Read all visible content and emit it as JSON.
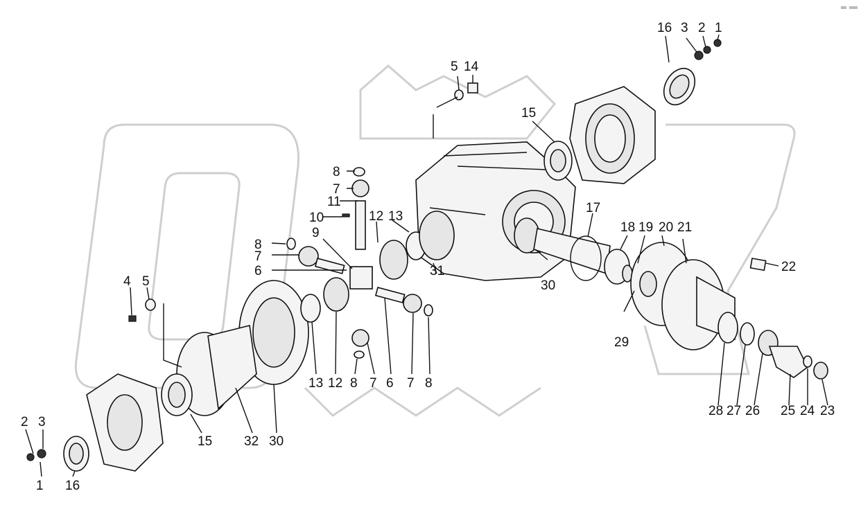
{
  "diagram": {
    "callouts": [
      {
        "id": "c1",
        "text": "16"
      },
      {
        "id": "c2",
        "text": "3"
      },
      {
        "id": "c3",
        "text": "2"
      },
      {
        "id": "c4",
        "text": "1"
      },
      {
        "id": "c5",
        "text": "5"
      },
      {
        "id": "c6",
        "text": "14"
      },
      {
        "id": "c7",
        "text": "15"
      },
      {
        "id": "c8",
        "text": "8"
      },
      {
        "id": "c9",
        "text": "7"
      },
      {
        "id": "c10",
        "text": "11"
      },
      {
        "id": "c11",
        "text": "10"
      },
      {
        "id": "c12",
        "text": "12"
      },
      {
        "id": "c13",
        "text": "13"
      },
      {
        "id": "c14",
        "text": "9"
      },
      {
        "id": "c15",
        "text": "8"
      },
      {
        "id": "c16",
        "text": "7"
      },
      {
        "id": "c17",
        "text": "6"
      },
      {
        "id": "c18",
        "text": "17"
      },
      {
        "id": "c19",
        "text": "18"
      },
      {
        "id": "c20",
        "text": "19"
      },
      {
        "id": "c21",
        "text": "20"
      },
      {
        "id": "c22",
        "text": "21"
      },
      {
        "id": "c23",
        "text": "22"
      },
      {
        "id": "c24",
        "text": "4"
      },
      {
        "id": "c25",
        "text": "5"
      },
      {
        "id": "c26",
        "text": "31"
      },
      {
        "id": "c27",
        "text": "30"
      },
      {
        "id": "c28",
        "text": "29"
      },
      {
        "id": "c29",
        "text": "13"
      },
      {
        "id": "c30",
        "text": "12"
      },
      {
        "id": "c31",
        "text": "8"
      },
      {
        "id": "c32",
        "text": "7"
      },
      {
        "id": "c33",
        "text": "6"
      },
      {
        "id": "c34",
        "text": "7"
      },
      {
        "id": "c35",
        "text": "8"
      },
      {
        "id": "c36",
        "text": "28"
      },
      {
        "id": "c37",
        "text": "27"
      },
      {
        "id": "c38",
        "text": "26"
      },
      {
        "id": "c39",
        "text": "25"
      },
      {
        "id": "c40",
        "text": "24"
      },
      {
        "id": "c41",
        "text": "23"
      },
      {
        "id": "c42",
        "text": "15"
      },
      {
        "id": "c43",
        "text": "32"
      },
      {
        "id": "c44",
        "text": "30"
      },
      {
        "id": "c45",
        "text": "2"
      },
      {
        "id": "c46",
        "text": "3"
      },
      {
        "id": "c47",
        "text": "1"
      },
      {
        "id": "c48",
        "text": "16"
      }
    ]
  }
}
